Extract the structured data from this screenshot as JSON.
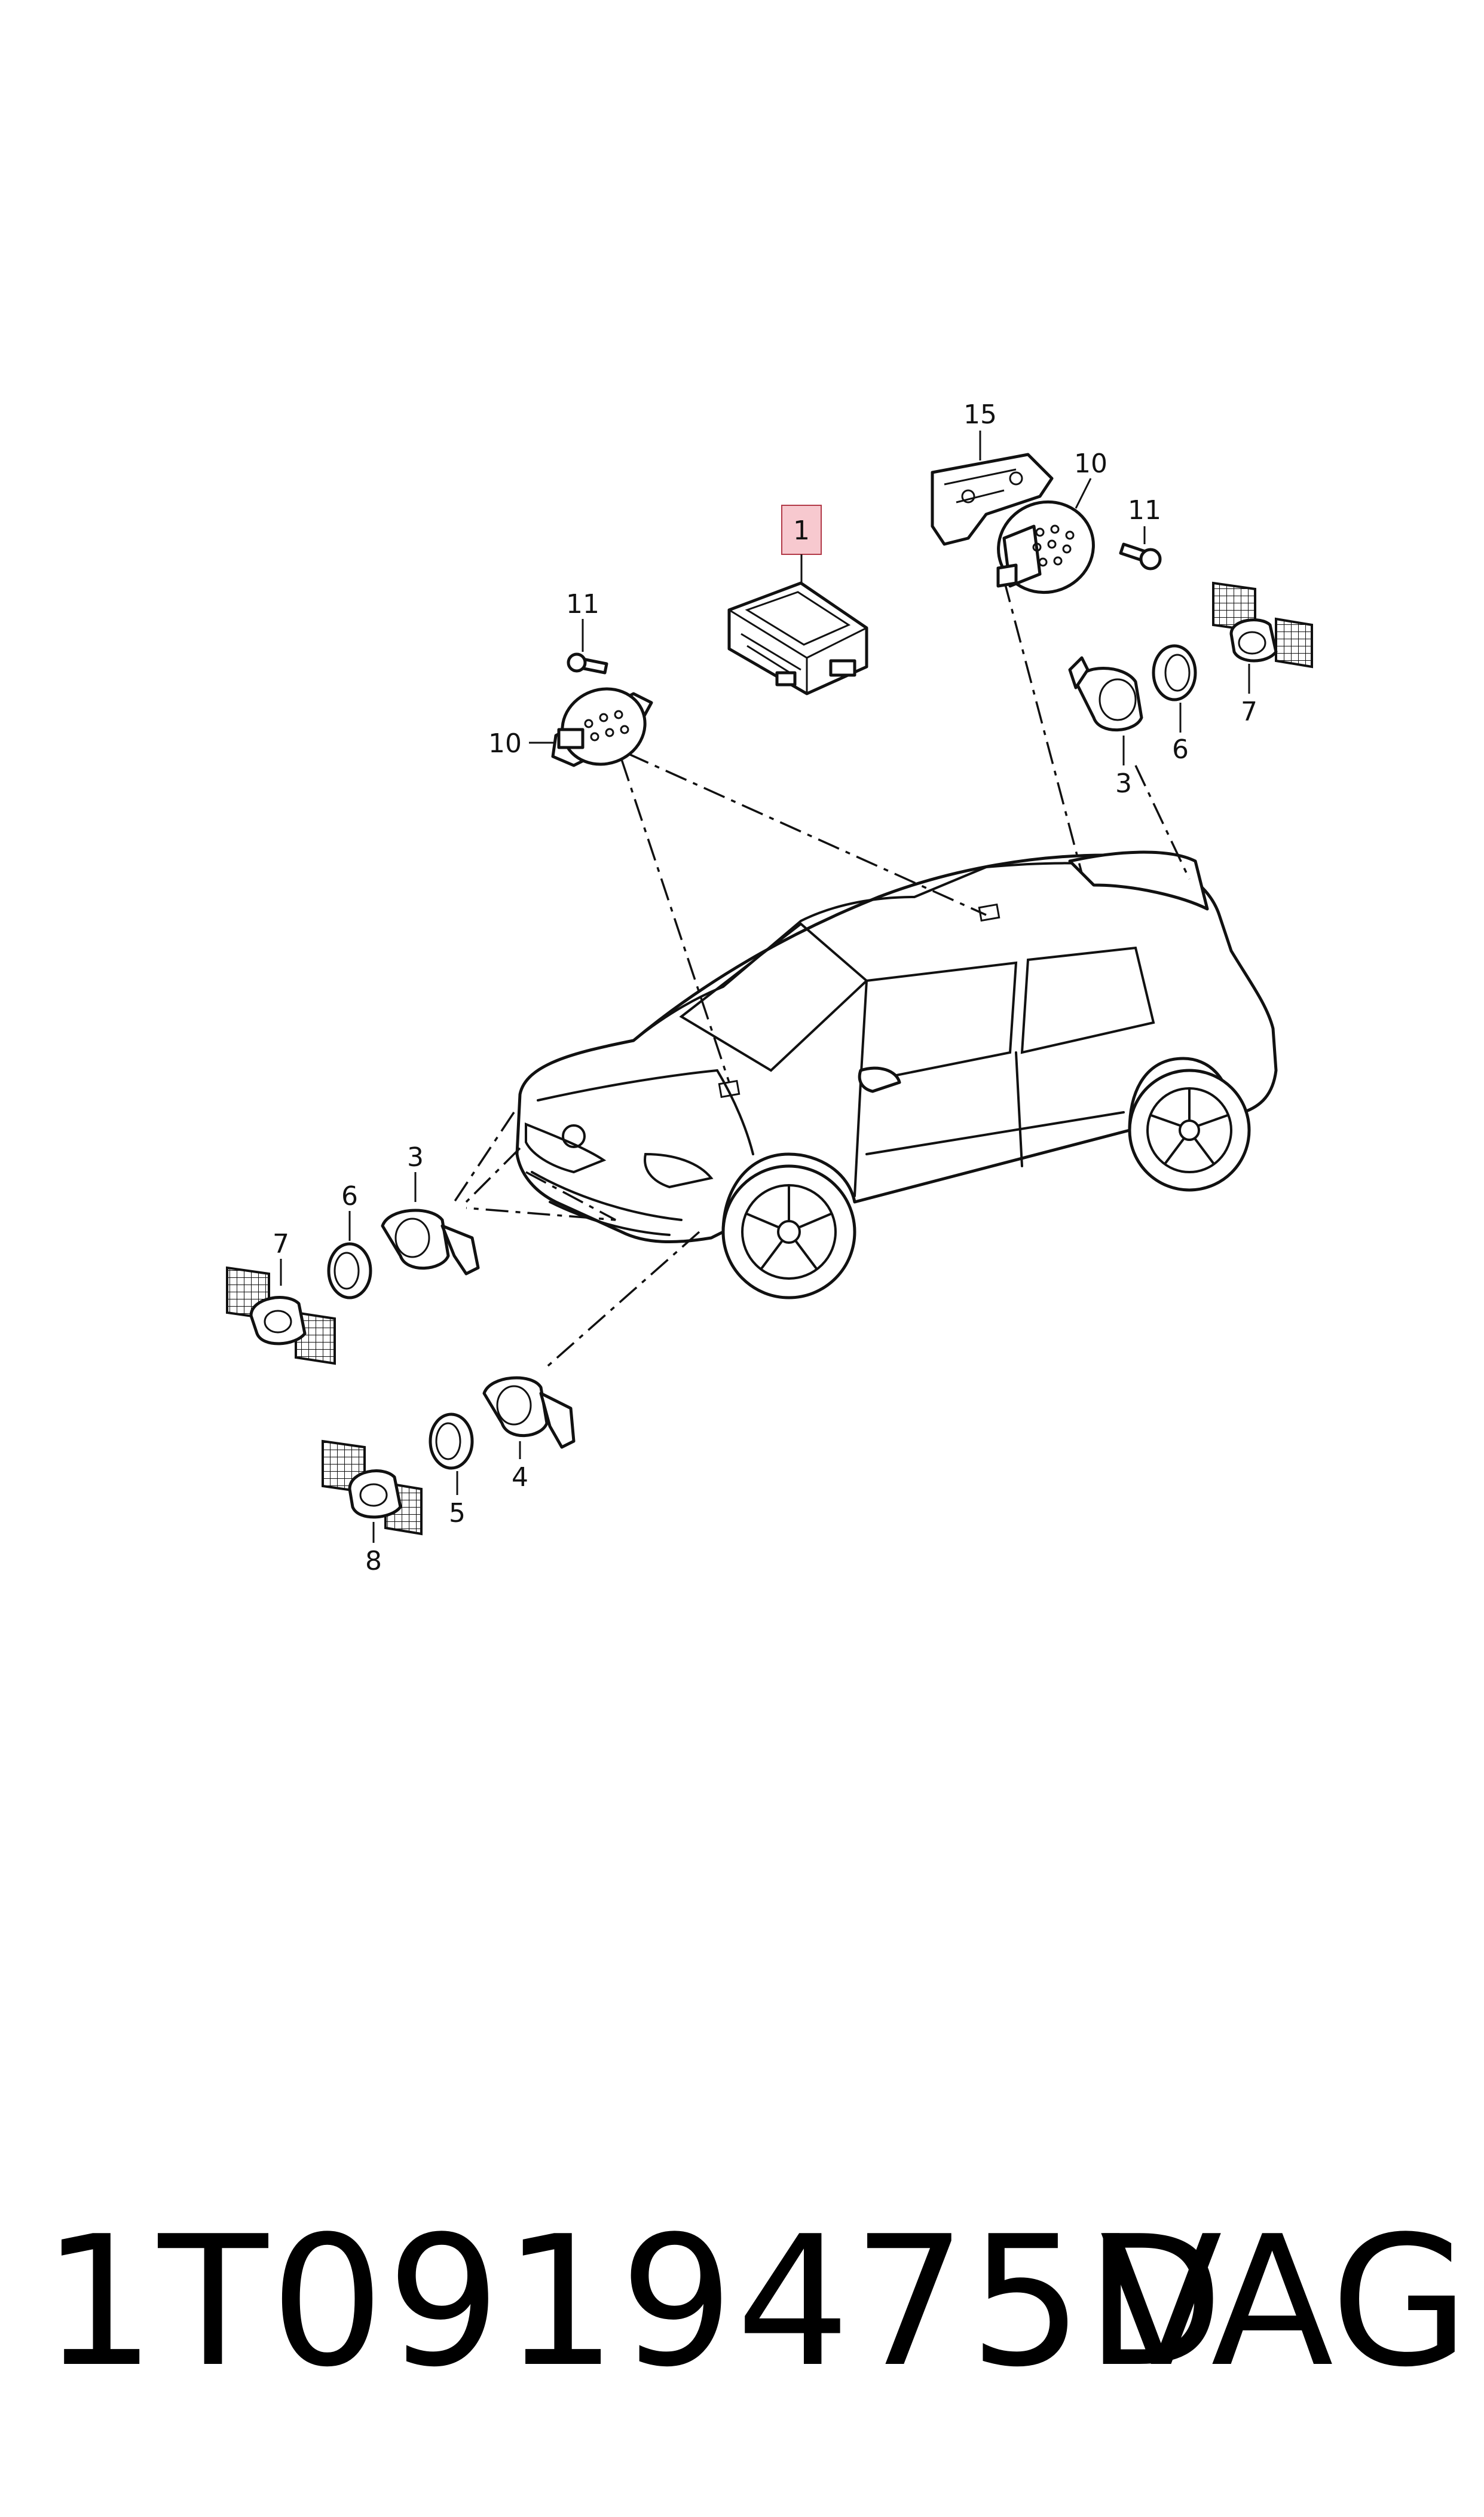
{
  "callouts": {
    "c1": "1",
    "c15": "15",
    "c10_right": "10",
    "c11_right": "11",
    "c11_left": "11",
    "c10_left": "10",
    "c3_right": "3",
    "c6_right": "6",
    "c7_right": "7",
    "c3_left": "3",
    "c6_left": "6",
    "c7_left": "7",
    "c4": "4",
    "c5": "5",
    "c8": "8"
  },
  "highlight_color": "#f7c9cf",
  "footer": {
    "part_number": "1T0919475D",
    "brand": "VAG"
  }
}
